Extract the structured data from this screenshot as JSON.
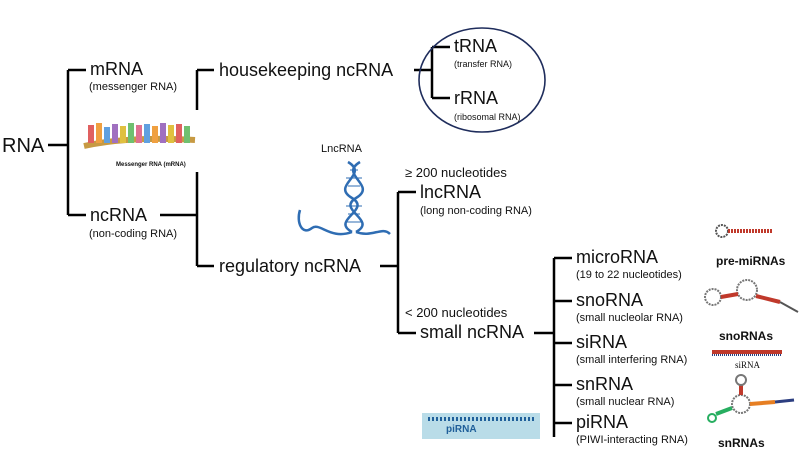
{
  "root": {
    "label": "RNA"
  },
  "mrna": {
    "label": "mRNA",
    "desc": "(messenger RNA)",
    "image_caption": "Messenger RNA (mRNA)"
  },
  "ncrna": {
    "label": "ncRNA",
    "desc": "(non-coding RNA)"
  },
  "housekeeping": {
    "label": "housekeeping ncRNA"
  },
  "trna": {
    "label": "tRNA",
    "desc": "(transfer RNA)"
  },
  "rrna": {
    "label": "rRNA",
    "desc": "(ribosomal RNA)"
  },
  "regulatory": {
    "label": "regulatory ncRNA"
  },
  "lnc_image_label": "LncRNA",
  "long_threshold": "≥ 200 nucleotides",
  "lncrna": {
    "label": "lncRNA",
    "desc": "(long non-coding RNA)"
  },
  "short_threshold": "< 200 nucleotides",
  "small": {
    "label": "small ncRNA"
  },
  "mirna": {
    "label": "microRNA",
    "desc": "(19 to 22 nucleotides)"
  },
  "snorna": {
    "label": "snoRNA",
    "desc": "(small nucleolar RNA)"
  },
  "sirna": {
    "label": "siRNA",
    "desc": "(small interfering RNA)"
  },
  "snrna": {
    "label": "snRNA",
    "desc": "(small nuclear RNA)"
  },
  "pirna": {
    "label": "piRNA",
    "desc": "(PIWI-interacting RNA)"
  },
  "images": {
    "pre_mirnas": "pre-miRNAs",
    "snornas": "snoRNAs",
    "sirna": "siRNA",
    "snrnas": "snRNAs",
    "pirna": "piRNA"
  },
  "colors": {
    "circle": "#1f2d5c",
    "pirna_box": "#b9dce8",
    "pirna_text": "#1f5f9a",
    "helix": "#2f6db3"
  }
}
